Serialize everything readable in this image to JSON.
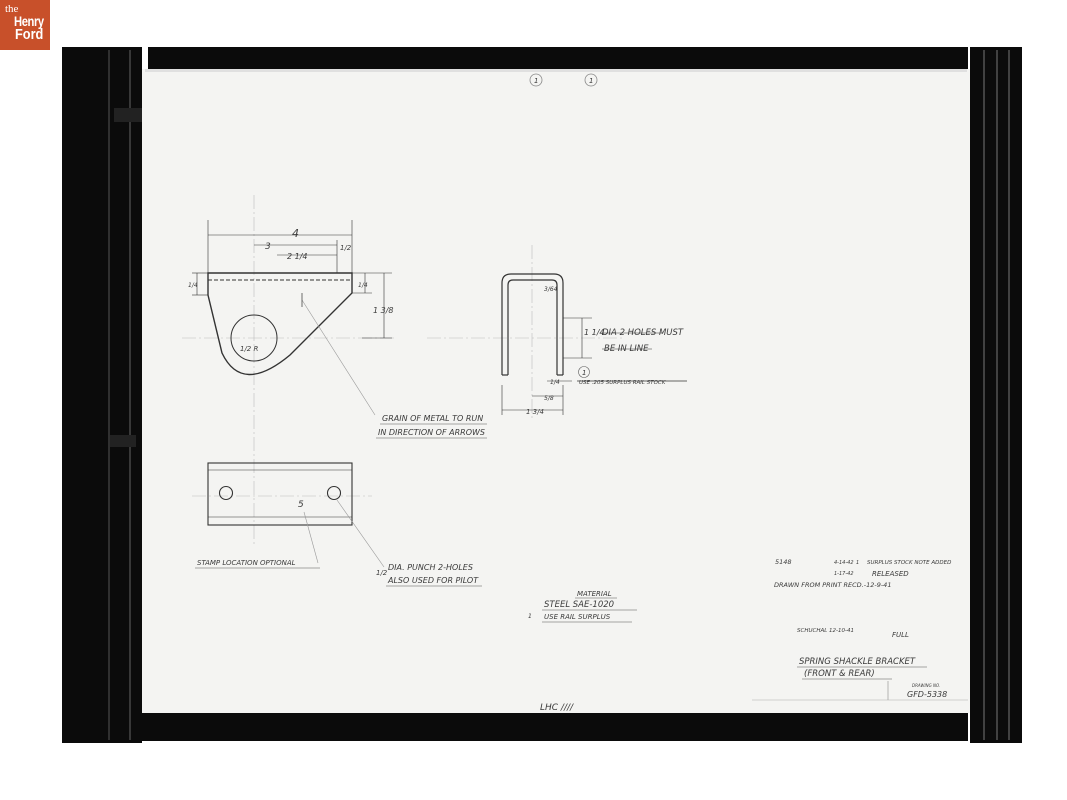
{
  "logo": {
    "line1": "the",
    "line2": "Henry",
    "line3": "Ford",
    "color": "#c8502a"
  },
  "drawing": {
    "top_markers": [
      "1",
      "1"
    ],
    "side_view": {
      "dim_overall": "4",
      "dim_hole_spacing": "3",
      "dim_inner": "2 1/4",
      "dim_right_offset": "1/2",
      "dim_left_thickness": "1/4",
      "dim_right_thickness": "1/4",
      "dim_height": "1 3/8",
      "dim_radius": "1/2 R"
    },
    "grain_note": {
      "line1": "GRAIN OF METAL TO RUN",
      "line2": "IN DIRECTION OF ARROWS"
    },
    "end_view": {
      "dim_bend_radius": "3/64",
      "dim_hole_dia": "1 1/4",
      "hole_note_line1": "DIA 2 HOLES MUST",
      "hole_note_line2": "BE IN LINE",
      "revision_marker": "1",
      "stock_note": "USE .205 SURPLUS RAIL STOCK",
      "dim_thickness": "1/4",
      "dim_inner_width": "5/8",
      "dim_outer_width": "1 3/4"
    },
    "plan_view": {
      "stamp_mark": "5"
    },
    "stamp_note": "STAMP LOCATION OPTIONAL",
    "punch_note": {
      "size": "1/2",
      "line1": "DIA. PUNCH 2-HOLES",
      "line2": "ALSO USED FOR PILOT"
    },
    "material": {
      "heading": "MATERIAL",
      "spec": "STEEL SAE-1020",
      "marker": "1",
      "alt": "USE RAIL SURPLUS"
    },
    "revisions": {
      "number": "5148",
      "row1_date": "4-14-42",
      "row1_marker": "1",
      "row1_text": "SURPLUS STOCK NOTE ADDED",
      "row2_date": "1-17-42",
      "row2_text": "RELEASED",
      "row3_text": "DRAWN FROM PRINT RECD.-12-9-41"
    },
    "title_block": {
      "checked": "SCHUCHAL 12-10-41",
      "scale": "FULL",
      "title_line1": "SPRING SHACKLE BRACKET",
      "title_line2": "(FRONT & REAR)",
      "drawing_no_label": "DRAWING NO.",
      "drawing_no": "GFD-5338"
    },
    "bottom_mark": "LHC ////"
  }
}
